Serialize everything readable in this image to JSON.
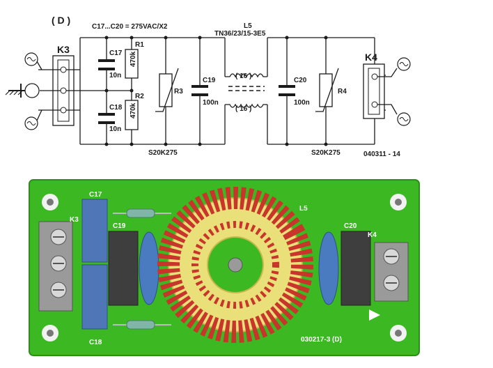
{
  "schematic": {
    "variant": "( D )",
    "cap_note": "C17...C20 = 275VAC/X2",
    "choke_name": "L5",
    "choke_part": "TN36/23/15-3E5",
    "winding_top": "( 16 )",
    "winding_bottom": "( 16 )",
    "connector_in": "K3",
    "connector_out": "K4",
    "c17": "C17",
    "c17_val": "10n",
    "c18": "C18",
    "c18_val": "10n",
    "r1": "R1",
    "r1_val": "470k",
    "r2": "R2",
    "r2_val": "470k",
    "r3": "R3",
    "r4": "R4",
    "c19": "C19",
    "c19_val": "100n",
    "c20": "C20",
    "c20_val": "100n",
    "varistor_left": "S20K275",
    "varistor_right": "S20K275",
    "figure_code": "040311 - 14"
  },
  "pcb": {
    "c17": "C17",
    "c18": "C18",
    "c19": "C19",
    "c20": "C20",
    "k3": "K3",
    "k4": "K4",
    "l5": "L5",
    "board_code": "030217-3  (D)"
  },
  "colors": {
    "board": "#3cb823",
    "copper": "#c8352a",
    "core": "#e9e07a",
    "cap_blue": "#4f77b8"
  }
}
